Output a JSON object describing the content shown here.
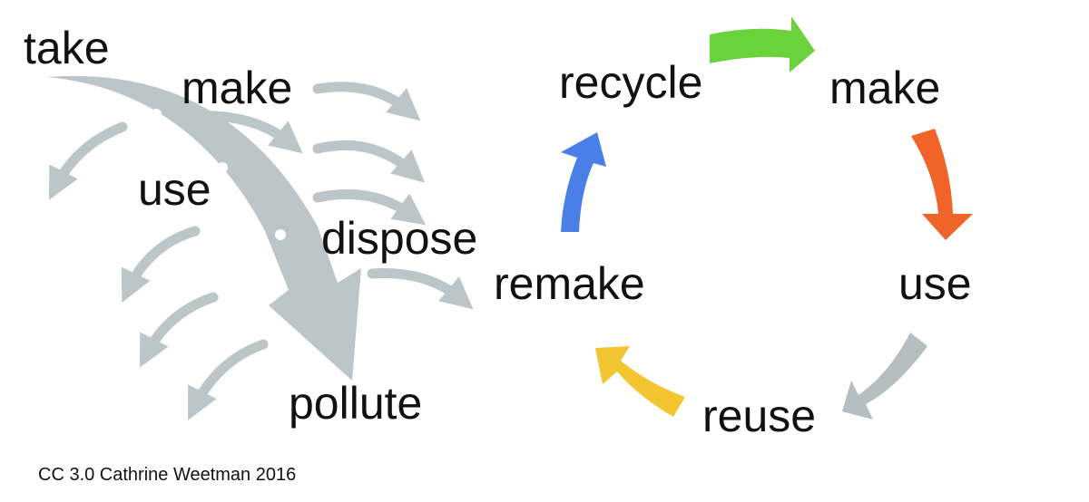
{
  "linear_economy": {
    "steps": [
      "take",
      "make",
      "use",
      "dispose",
      "pollute"
    ],
    "arrow_color": "#bcc5c7",
    "dot_color": "#ffffff"
  },
  "circular_economy": {
    "steps": [
      "recycle",
      "make",
      "use",
      "reuse",
      "remake"
    ],
    "arrow_colors": {
      "recycle_to_make": "#6ad23a",
      "make_to_use": "#f0642a",
      "use_to_reuse": "#b5bec0",
      "reuse_to_remake": "#f2c531",
      "remake_to_recycle": "#4a7fe8"
    }
  },
  "credit": "CC 3.0 Cathrine Weetman 2016"
}
